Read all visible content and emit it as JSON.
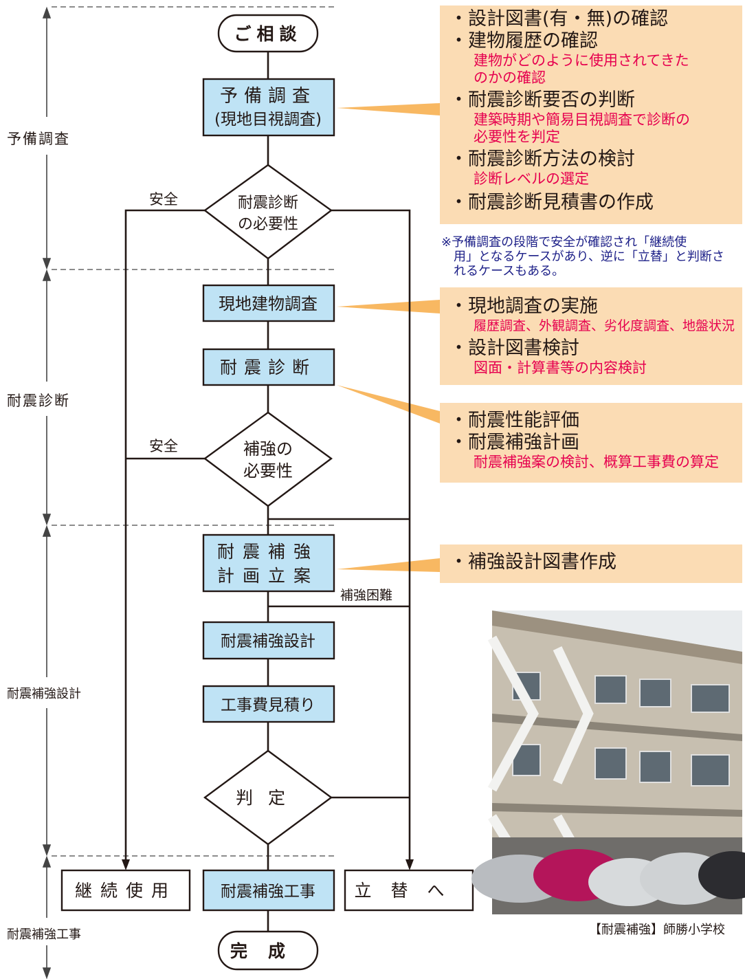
{
  "phases": {
    "preliminary": "予備調査",
    "diagnosis": "耐震診断",
    "design": "耐震補強設計",
    "construction": "耐震補強工事"
  },
  "flow": {
    "start": "ご相談",
    "prelim_box_l1": "予備調査",
    "prelim_box_l2": "(現地目視調査)",
    "decision1_l1": "耐震診断",
    "decision1_l2": "の必要性",
    "site_survey": "現地建物調査",
    "diagnosis_box": "耐震診断",
    "decision2_l1": "補強の",
    "decision2_l2": "必要性",
    "plan_l1": "耐震補強",
    "plan_l2": "計画立案",
    "design_box": "耐震補強設計",
    "estimate": "工事費見積り",
    "judge": "判定",
    "continue_use": "継続使用",
    "construction_box": "耐震補強工事",
    "rebuild": "立替へ",
    "end": "完成"
  },
  "branch_labels": {
    "safe1": "安全",
    "safe2": "安全",
    "difficult": "補強困難"
  },
  "panels": {
    "p1": [
      {
        "item": "設計図書(有・無)の確認",
        "sub": []
      },
      {
        "item": "建物履歴の確認",
        "sub": [
          "建物がどのように使用されてきた",
          "のかの確認"
        ]
      },
      {
        "item": "耐震診断要否の判断",
        "sub": [
          "建築時期や簡易目視調査で診断の",
          "必要性を判定"
        ]
      },
      {
        "item": "耐震診断方法の検討",
        "sub": [
          "診断レベルの選定"
        ]
      },
      {
        "item": "耐震診断見積書の作成",
        "sub": []
      }
    ],
    "note": [
      "※予備調査の段階で安全が確認され「継続使",
      "用」となるケースがあり、逆に「立替」と判断さ",
      "れるケースもある。"
    ],
    "p2": [
      {
        "item": "現地調査の実施",
        "sub": [
          "履歴調査、外観調査、劣化度調査、地盤状況"
        ]
      },
      {
        "item": "設計図書検討",
        "sub": [
          "図面・計算書等の内容検討"
        ]
      }
    ],
    "p3": [
      {
        "item": "耐震性能評価",
        "sub": []
      },
      {
        "item": "耐震補強計画",
        "sub": [
          "耐震補強案の検討、概算工事費の算定"
        ]
      }
    ],
    "p4": [
      {
        "item": "補強設計図書作成",
        "sub": []
      }
    ]
  },
  "photo_caption": "【耐震補強】師勝小学校",
  "colors": {
    "box_fill": "#bfe3f5",
    "panel_fill": "#fbdcb4",
    "callout": "#f8b862",
    "sub_text": "#e6004f",
    "note_text": "#1d2088",
    "line": "#231815"
  }
}
